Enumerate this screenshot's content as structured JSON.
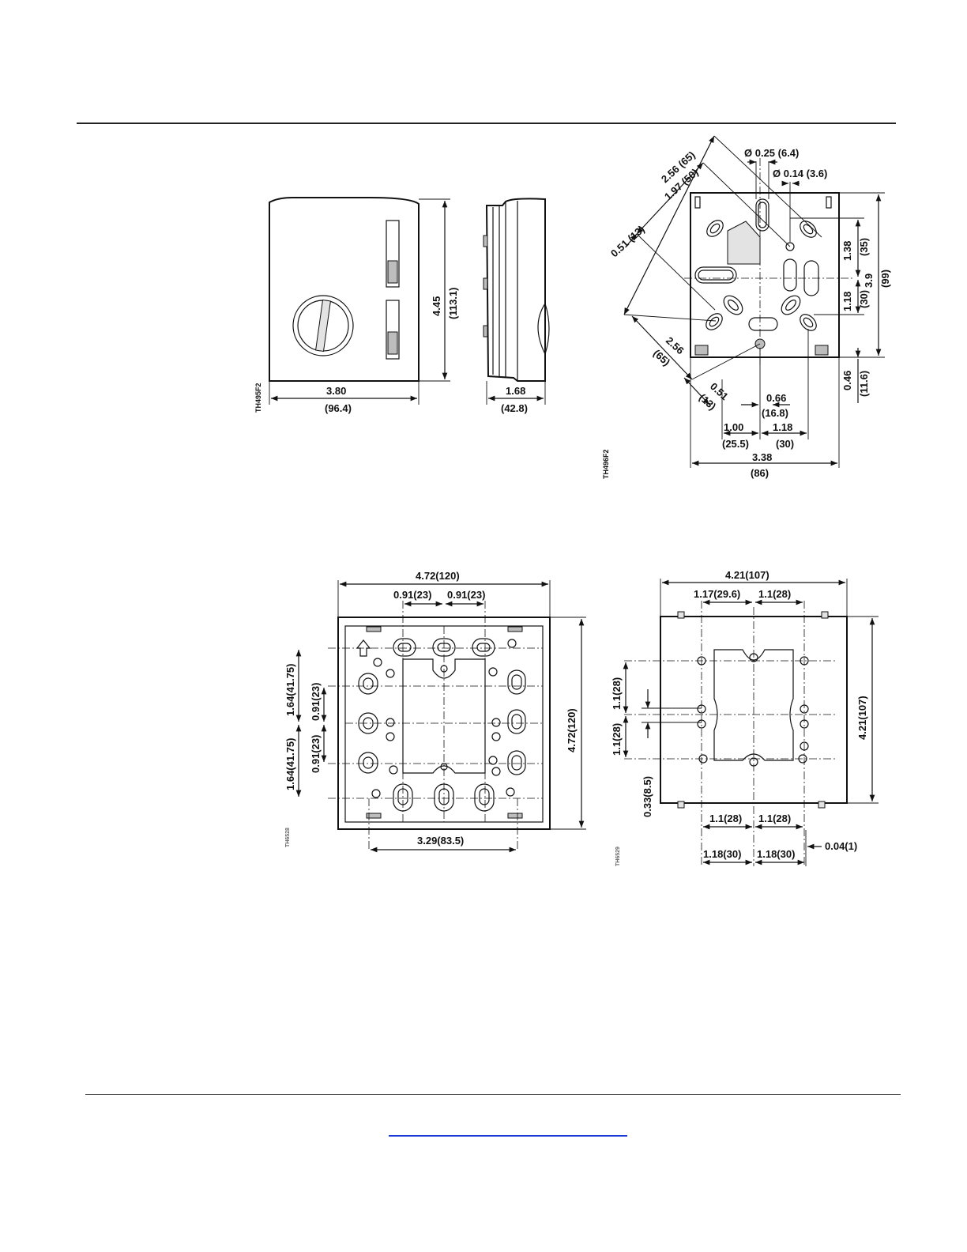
{
  "fig1": {
    "code": "TH495F2",
    "width_in": "3.80",
    "width_mm": "(96.4)",
    "height_in": "4.45",
    "height_mm": "(113.1)",
    "depth_in": "1.68",
    "depth_mm": "(42.8)"
  },
  "fig2": {
    "code": "TH496F2",
    "hole_large": "Ø 0.25 (6.4)",
    "hole_small": "Ø 0.14 (3.6)",
    "diag_a": "2.56 (65)",
    "diag_b": "1.97 (50)",
    "diag_c": "0.51 (13)",
    "diag_d_in": "2.56",
    "diag_d_mm": "(65)",
    "diag_e_in": "0.51",
    "diag_e_mm": "(13)",
    "right_a_in": "1.38",
    "right_a_mm": "(35)",
    "right_b_in": "1.18",
    "right_b_mm": "(30)",
    "right_total_in": "3.9",
    "right_total_mm": "(99)",
    "right_c_in": "0.46",
    "right_c_mm": "(11.6)",
    "bot_a_in": "0.66",
    "bot_a_mm": "(16.8)",
    "bot_b_in": "1.00",
    "bot_b_mm": "(25.5)",
    "bot_c_in": "1.18",
    "bot_c_mm": "(30)",
    "bot_total_in": "3.38",
    "bot_total_mm": "(86)"
  },
  "fig3": {
    "code": "TH6528",
    "top_total": "4.72(120)",
    "top_a": "0.91(23)",
    "top_b": "0.91(23)",
    "right": "4.72(120)",
    "left_a": "1.64(41.75)",
    "left_b": "1.64(41.75)",
    "left_c": "0.91(23)",
    "left_d": "0.91(23)",
    "bottom": "3.29(83.5)"
  },
  "fig4": {
    "code": "TH6529",
    "top_total": "4.21(107)",
    "top_a": "1.17(29.6)",
    "top_b": "1.1(28)",
    "right": "4.21(107)",
    "left_a": "1.1(28)",
    "left_b": "1.1(28)",
    "left_c": "0.33(8.5)",
    "bot_a": "1.1(28)",
    "bot_b": "1.1(28)",
    "bot_c": "1.18(30)",
    "bot_d": "1.18(30)",
    "bot_e": "0.04(1)"
  }
}
